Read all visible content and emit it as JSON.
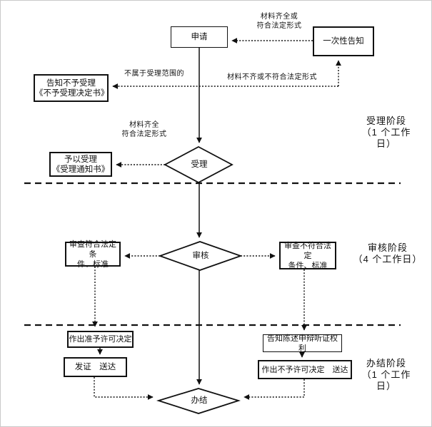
{
  "nodes": {
    "apply": "申请",
    "one_time_notice": "一次性告知",
    "notify_rejection": "告知不予受理\n《不予受理决定书》",
    "grant_acceptance": "予以受理\n《受理通知书》",
    "accept": "受理",
    "review_pass": "审查符合法定条\n件、标准",
    "review": "审核",
    "review_fail": "审查不符合法定\n条件、标准",
    "approve_decision": "作出准予许可决定",
    "issue_deliver": "发证　送达",
    "notify_rights": "告知陈述申辩听证权利",
    "deny_decision": "作出不予许可决定　送达",
    "close": "办结"
  },
  "edge_labels": {
    "complete_or_conform": "材料齐全或\n符合法定形式",
    "not_in_scope": "不属于受理范围的",
    "incomplete_or_nonconform": "材料不齐或不符合法定形式",
    "complete_conform": "材料齐全\n符合法定形式"
  },
  "stage_labels": {
    "acceptance": "受理阶段\n（1 个工作\n日）",
    "review": "审核阶段\n（4 个工作日）",
    "closing": "办结阶段\n（1 个工作\n日）"
  },
  "colors": {
    "line": "#111111",
    "background": "#ffffff"
  }
}
